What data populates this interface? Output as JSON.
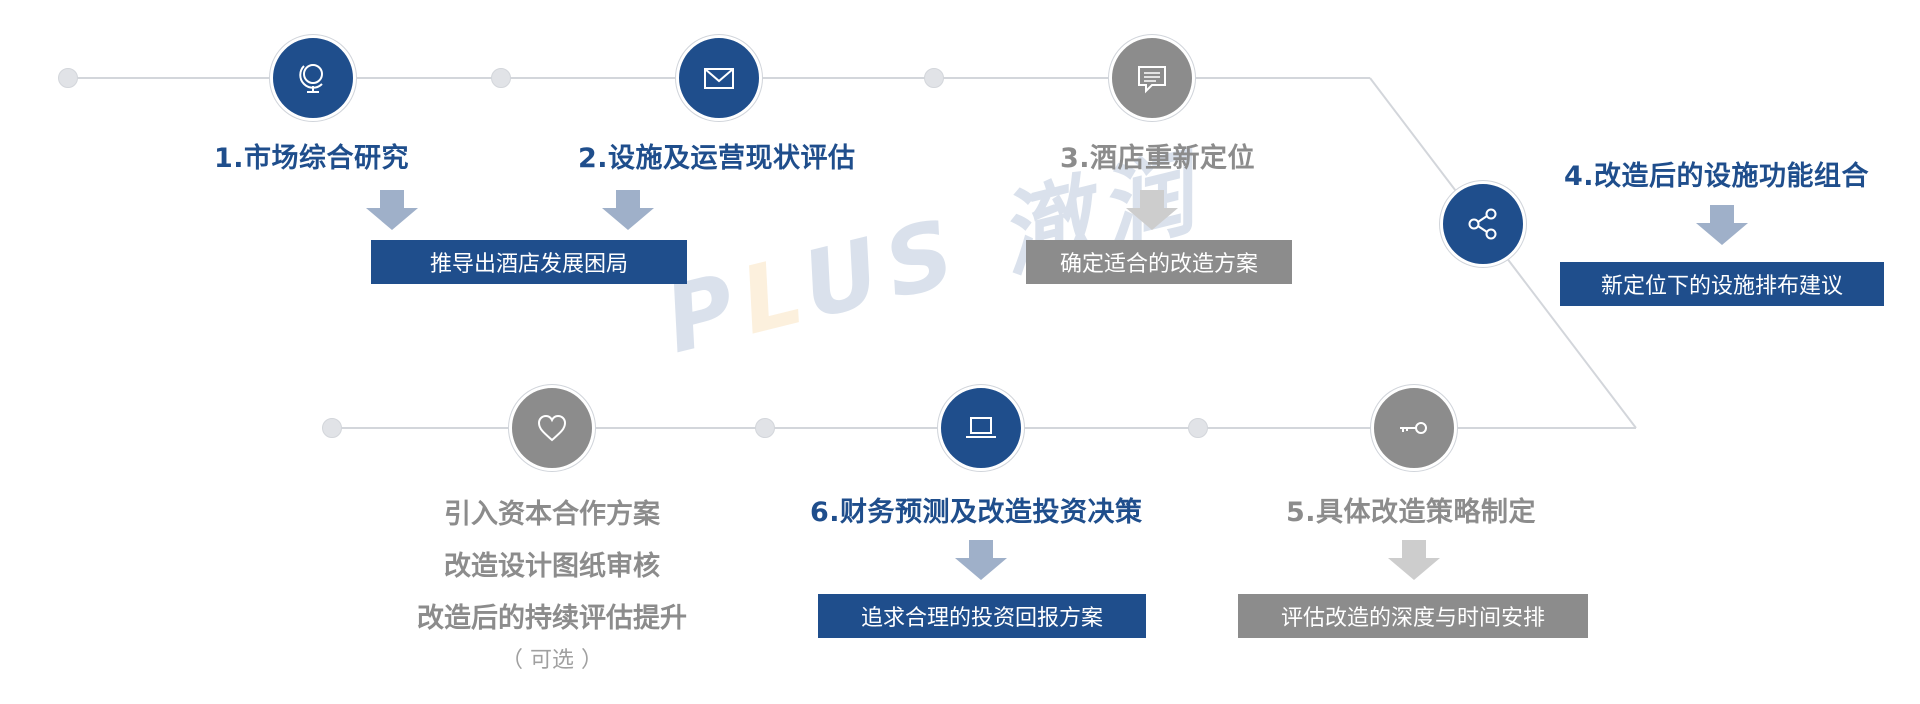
{
  "colors": {
    "primary": "#1f4e8c",
    "secondary": "#8c8c8c",
    "arrow_primary": "#9fb0c9",
    "arrow_secondary": "#cdcdcd",
    "line": "#d3d6db"
  },
  "watermark": {
    "p": "P",
    "l": "L",
    "us": "US",
    "cn": "澈润"
  },
  "steps": {
    "s1": {
      "title": "1.市场综合研究",
      "icon": "globe-icon"
    },
    "s2": {
      "title": "2.设施及运营现状评估",
      "icon": "envelope-icon"
    },
    "s12_result": "推导出酒店发展困局",
    "s3": {
      "title": "3.酒店重新定位",
      "icon": "chat-icon",
      "result": "确定适合的改造方案"
    },
    "s4": {
      "title": "4.改造后的设施功能组合",
      "icon": "share-icon",
      "result": "新定位下的设施排布建议"
    },
    "s5": {
      "title": "5.具体改造策略制定",
      "icon": "key-icon",
      "result": "评估改造的深度与时间安排"
    },
    "s6": {
      "title": "6.财务预测及改造投资决策",
      "icon": "laptop-icon",
      "result": "追求合理的投资回报方案"
    },
    "optional": {
      "icon": "heart-icon",
      "items": [
        "引入资本合作方案",
        "改造设计图纸审核",
        "改造后的持续评估提升"
      ],
      "note": "（ 可选 ）"
    }
  }
}
